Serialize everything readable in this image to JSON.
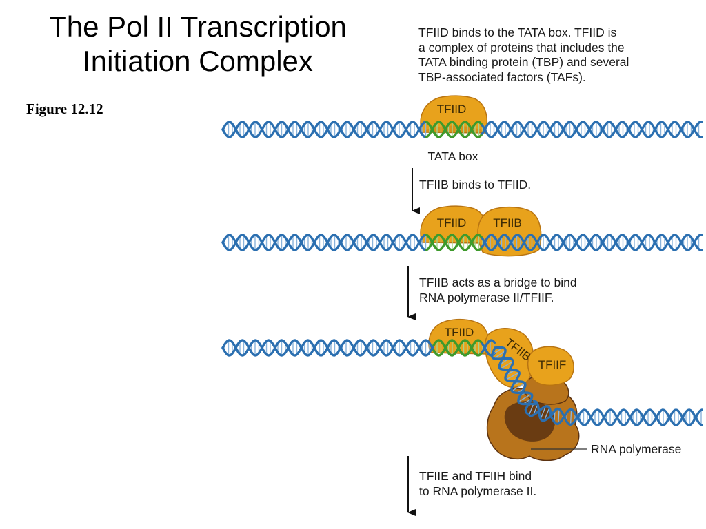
{
  "slide": {
    "title_lines": [
      "The Pol II Transcription",
      "Initiation Complex"
    ],
    "figure_label": "Figure 12.12"
  },
  "captions": {
    "step1": [
      "TFIID binds to the TATA box. TFIID is",
      "a complex of proteins that includes the",
      "TATA binding protein (TBP) and several",
      "TBP-associated factors (TAFs)."
    ],
    "step2": [
      "TFIIB binds to TFIID."
    ],
    "step3": [
      "TFIIB acts as a bridge to bind",
      "RNA polymerase II/TFIIF."
    ],
    "step4": [
      "TFIIE and TFIIH bind",
      "to RNA polymerase II."
    ]
  },
  "labels": {
    "tata_box": "TATA box",
    "tfiid": "TFIID",
    "tfiib": "TFIIB",
    "tfiif": "TFIIF",
    "rna_polymerase": "RNA polymerase"
  },
  "colors": {
    "dna_strand": "#2b6fb0",
    "dna_rung": "#8ab4dc",
    "tata_strand": "#3e9a2c",
    "protein_fill": "#e8a21c",
    "protein_dark": "#b87412",
    "polymerase_fill": "#b8741c",
    "polymerase_dark": "#5c3210"
  }
}
